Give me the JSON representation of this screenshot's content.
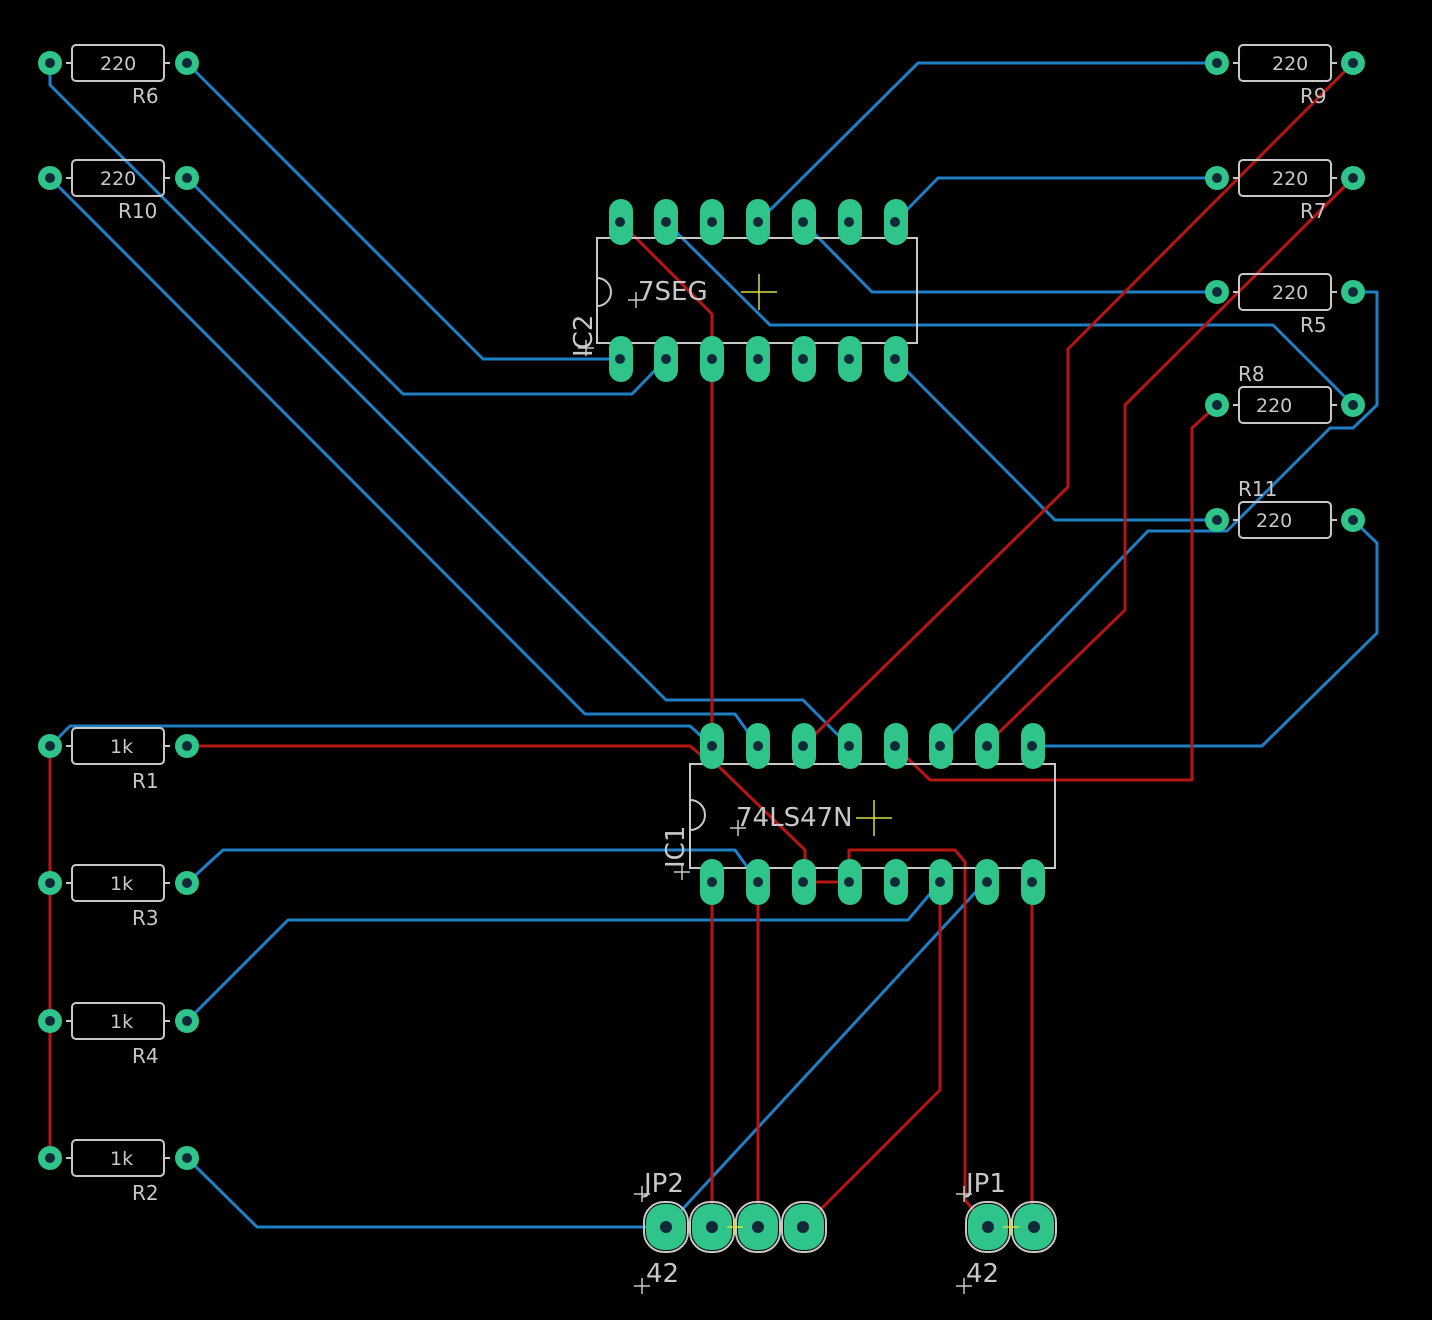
{
  "board": {
    "background": "#000000",
    "colors": {
      "bottom_trace": "#1f7fc4",
      "top_trace": "#b71414",
      "pad": "#2fc48a",
      "silkscreen": "#c8c8c8",
      "origin_mark": "#d8dc43"
    }
  },
  "components": {
    "ic1": {
      "name": "IC1",
      "value": "74LS47N"
    },
    "ic2": {
      "name": "IC2",
      "value": "7SEG"
    },
    "jp1": {
      "name": "JP1",
      "value": "42"
    },
    "jp2": {
      "name": "JP2",
      "value": "42"
    },
    "resistors": [
      {
        "id": "r6",
        "name": "R6",
        "value": "220"
      },
      {
        "id": "r10",
        "name": "R10",
        "value": "220"
      },
      {
        "id": "r9",
        "name": "R9",
        "value": "220"
      },
      {
        "id": "r7",
        "name": "R7",
        "value": "220"
      },
      {
        "id": "r5",
        "name": "R5",
        "value": "220"
      },
      {
        "id": "r8",
        "name": "R8",
        "value": "220"
      },
      {
        "id": "r11",
        "name": "R11",
        "value": "220"
      },
      {
        "id": "r1",
        "name": "R1",
        "value": "1k"
      },
      {
        "id": "r3",
        "name": "R3",
        "value": "1k"
      },
      {
        "id": "r4",
        "name": "R4",
        "value": "1k"
      },
      {
        "id": "r2",
        "name": "R2",
        "value": "1k"
      }
    ]
  }
}
